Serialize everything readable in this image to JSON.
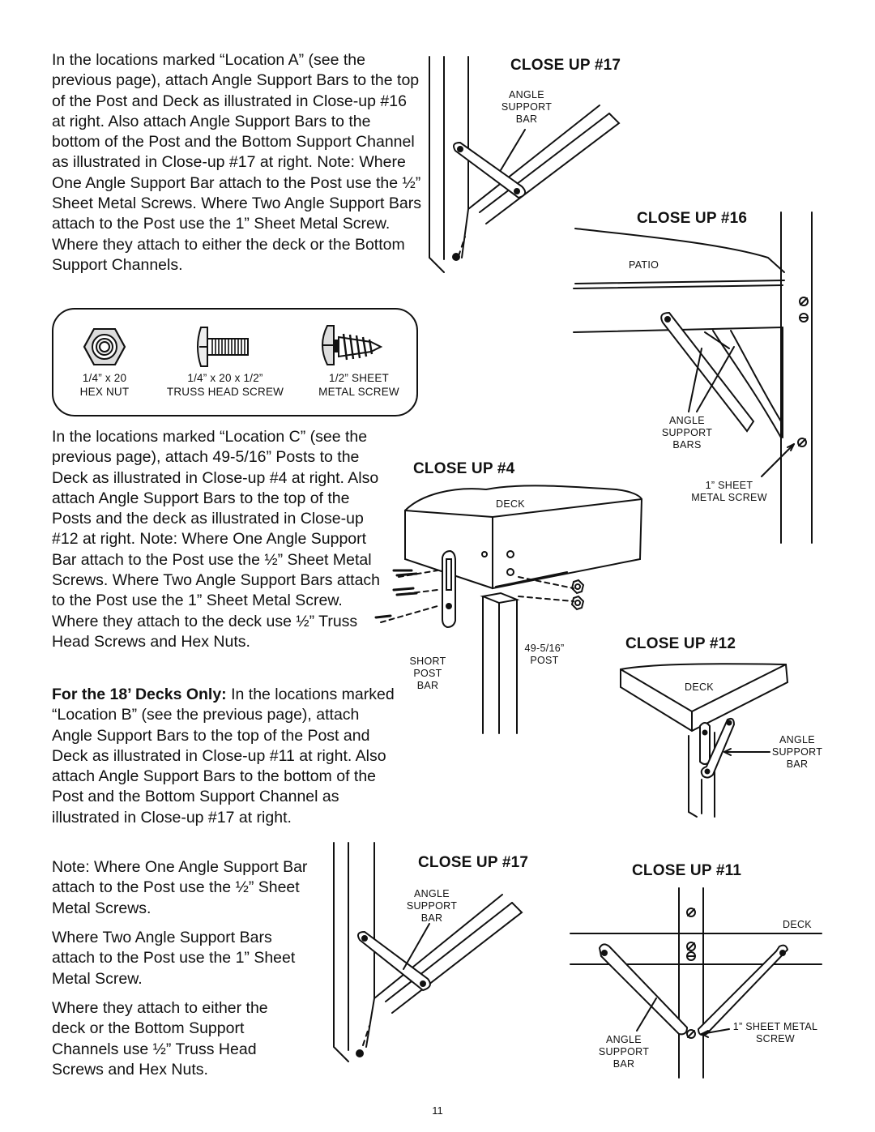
{
  "paragraphs": {
    "p1": "In the locations marked “Location A” (see the previous page), attach Angle Support Bars to the top of the Post and Deck as illustrated in Close-up #16 at right.  Also attach Angle Support Bars to the bottom of the Post and the Bottom Support Channel as illustrated in Close-up #17 at right.  Note: Where One Angle Support Bar attach to the Post  use  the ½” Sheet Metal Screws.  Where Two Angle Support Bars attach to the Post use the 1” Sheet Metal Screw.  Where they attach to either the deck or the Bottom Support Channels.",
    "p2": "In the locations marked “Location C” (see the previous page), attach 49-5/16” Posts to the Deck as illustrated in Close-up #4 at right.  Also attach Angle Support Bars to the top of the Posts and the deck as illustrated in Close-up #12 at right.  Note: Where One Angle Support Bar attach to the Post  use  the ½” Sheet Metal Screws. Where Two Angle Support Bars attach to the Post use the 1” Sheet Metal Screw. Where they attach to the deck use ½” Truss Head Screws and Hex Nuts.",
    "p3_bold": "For the 18’ Decks Only:",
    "p3": " In the locations marked “Location B” (see the previous page), attach Angle Support Bars to the top of the Post and Deck as illustrated in Close-up #11 at right.  Also attach Angle Support Bars to the bottom of the Post and the Bottom Support Channel as illustrated in Close-up #17 at right.",
    "p4": "Note: Where One Angle Support Bar attach to the Post  use the ½” Sheet Metal Screws.",
    "p5": "Where Two Angle Support Bars attach to the Post use the 1” Sheet Metal Screw.",
    "p6": "Where they attach to either the deck or the Bottom Support Channels use ½” Truss Head Screws and Hex Nuts."
  },
  "hardware": {
    "hex_nut": "1/4” x 20\nHEX NUT",
    "truss_screw": "1/4” x 20 x 1/2”\nTRUSS HEAD SCREW",
    "sheet_screw": "1/2” SHEET\nMETAL SCREW"
  },
  "closeups": {
    "cu17_top": {
      "title": "CLOSE UP #17",
      "bar": "ANGLE\nSUPPORT\nBAR"
    },
    "cu16": {
      "title": "CLOSE UP #16",
      "patio": "PATIO",
      "bars": "ANGLE\nSUPPORT\nBARS",
      "screw": "1” SHEET\nMETAL SCREW"
    },
    "cu4": {
      "title": "CLOSE UP #4",
      "deck": "DECK",
      "short_post_bar": "SHORT\nPOST\nBAR",
      "post": "49-5/16”\nPOST"
    },
    "cu12": {
      "title": "CLOSE UP #12",
      "deck": "DECK",
      "bar": "ANGLE\nSUPPORT\nBAR"
    },
    "cu17_bottom": {
      "title": "CLOSE UP #17",
      "bar": "ANGLE\nSUPPORT\nBAR"
    },
    "cu11": {
      "title": "CLOSE UP #11",
      "deck": "DECK",
      "screw": "1” SHEET METAL\nSCREW",
      "bar": "ANGLE\nSUPPORT\nBAR"
    }
  },
  "page_number": "11"
}
